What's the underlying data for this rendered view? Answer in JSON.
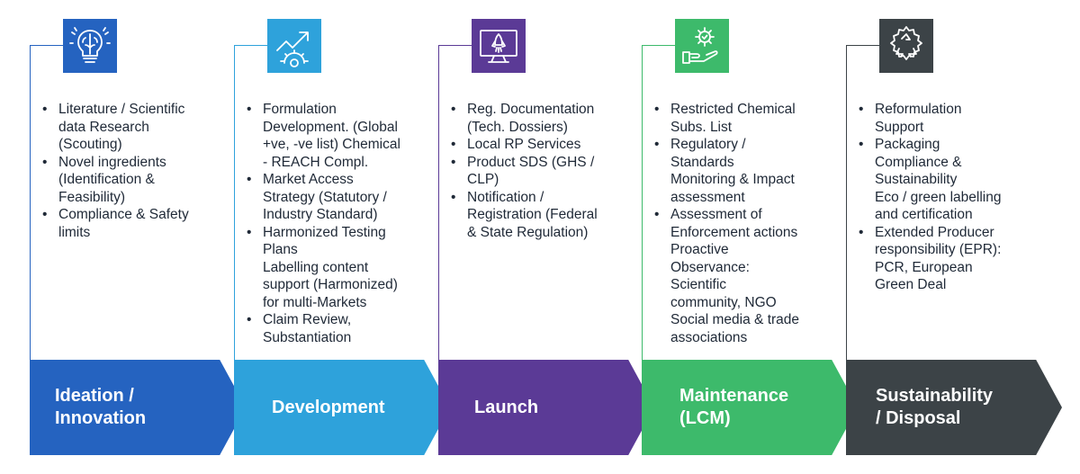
{
  "stages": [
    {
      "label": "Ideation / Innovation",
      "label_lines": "Ideation /\nInnovation",
      "color": "#2563c0",
      "icon": "brain-bulb-icon",
      "items": [
        {
          "text": "Literature / Scientific data Research (Scouting)",
          "lines": [
            "Literature / Scientific",
            "data Research",
            "(Scouting)"
          ]
        },
        {
          "text": "Novel ingredients (Identification & Feasibility)",
          "lines": [
            "Novel ingredients",
            "(Identification &",
            "Feasibility)"
          ]
        },
        {
          "text": "Compliance & Safety limits",
          "lines": [
            "Compliance & Safety",
            "limits"
          ]
        }
      ]
    },
    {
      "label": "Development",
      "label_lines": "Development",
      "color": "#2ea2db",
      "icon": "growth-gear-icon",
      "items": [
        {
          "text": "Formulation Development. (Global +ve, -ve list) Chemical - REACH Compl.",
          "lines": [
            "Formulation",
            "Development. (Global",
            "+ve, -ve list) Chemical",
            "- REACH Compl."
          ]
        },
        {
          "text": "Market Access Strategy (Statutory / Industry Standard)",
          "lines": [
            "Market Access",
            "Strategy (Statutory /",
            "Industry Standard)"
          ]
        },
        {
          "text": "Harmonized Testing Plans Labelling content support (Harmonized) for multi-Markets",
          "lines": [
            "Harmonized Testing",
            "Plans",
            "Labelling content",
            "support (Harmonized)",
            "for multi-Markets"
          ]
        },
        {
          "text": "Claim Review, Substantiation",
          "lines": [
            "Claim Review,",
            "Substantiation"
          ]
        }
      ]
    },
    {
      "label": "Launch",
      "label_lines": "Launch",
      "color": "#5b3a96",
      "icon": "rocket-monitor-icon",
      "items": [
        {
          "text": "Reg. Documentation (Tech. Dossiers)",
          "lines": [
            "Reg. Documentation",
            "(Tech. Dossiers)"
          ]
        },
        {
          "text": "Local RP Services",
          "lines": [
            "Local RP Services"
          ]
        },
        {
          "text": "Product SDS (GHS / CLP)",
          "lines": [
            "Product SDS (GHS /",
            "CLP)"
          ]
        },
        {
          "text": "Notification / Registration (Federal & State Regulation)",
          "lines": [
            "Notification /",
            "Registration (Federal",
            "& State Regulation)"
          ]
        }
      ]
    },
    {
      "label": "Maintenance (LCM)",
      "label_lines": "Maintenance\n(LCM)",
      "color": "#3dba6b",
      "icon": "hand-gear-icon",
      "items": [
        {
          "text": "Restricted Chemical Subs. List",
          "lines": [
            "Restricted Chemical",
            "Subs. List"
          ]
        },
        {
          "text": "Regulatory / Standards Monitoring & Impact assessment",
          "lines": [
            "Regulatory /",
            "Standards",
            "Monitoring & Impact",
            "assessment"
          ]
        },
        {
          "text": "Assessment of Enforcement actions Proactive Observance: Scientific community, NGO Social media & trade associations",
          "lines": [
            "Assessment of",
            "Enforcement actions",
            "Proactive",
            "Observance:",
            "Scientific",
            "community, NGO",
            "Social media & trade",
            "associations"
          ]
        }
      ]
    },
    {
      "label": "Sustainability / Disposal",
      "label_lines": "Sustainability\n/ Disposal",
      "color": "#3c4347",
      "icon": "recycle-gear-icon",
      "items": [
        {
          "text": "Reformulation Support",
          "lines": [
            "Reformulation",
            "Support"
          ]
        },
        {
          "text": "Packaging Compliance & Sustainability Eco / green labelling and certification",
          "lines": [
            "Packaging",
            "Compliance &",
            "Sustainability",
            "Eco / green labelling",
            "and certification"
          ]
        },
        {
          "text": "Extended Producer responsibility (EPR): PCR, European Green Deal",
          "lines": [
            "Extended Producer",
            "responsibility (EPR):",
            "PCR, European",
            "Green Deal"
          ]
        }
      ]
    }
  ]
}
